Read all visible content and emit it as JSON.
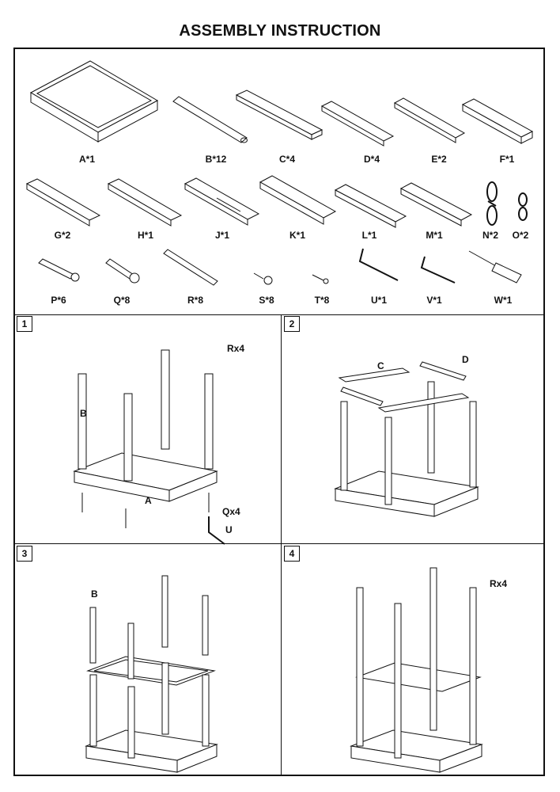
{
  "title": "ASSEMBLY INSTRUCTION",
  "parts": [
    {
      "id": "A",
      "label": "A*1"
    },
    {
      "id": "B",
      "label": "B*12"
    },
    {
      "id": "C",
      "label": "C*4"
    },
    {
      "id": "D",
      "label": "D*4"
    },
    {
      "id": "E",
      "label": "E*2"
    },
    {
      "id": "F",
      "label": "F*1"
    },
    {
      "id": "G",
      "label": "G*2"
    },
    {
      "id": "H",
      "label": "H*1"
    },
    {
      "id": "J",
      "label": "J*1"
    },
    {
      "id": "K",
      "label": "K*1"
    },
    {
      "id": "L",
      "label": "L*1"
    },
    {
      "id": "M",
      "label": "M*1"
    },
    {
      "id": "N",
      "label": "N*2"
    },
    {
      "id": "O",
      "label": "O*2"
    },
    {
      "id": "P",
      "label": "P*6"
    },
    {
      "id": "Q",
      "label": "Q*8"
    },
    {
      "id": "R",
      "label": "R*8"
    },
    {
      "id": "S",
      "label": "S*8"
    },
    {
      "id": "T",
      "label": "T*8"
    },
    {
      "id": "U",
      "label": "U*1"
    },
    {
      "id": "V",
      "label": "V*1"
    },
    {
      "id": "W",
      "label": "W*1"
    }
  ],
  "steps": [
    {
      "number": "1",
      "callouts": {
        "r": "Rx4",
        "q": "Qx4",
        "u": "U",
        "a": "A",
        "b": "B"
      }
    },
    {
      "number": "2",
      "callouts": {
        "c": "C",
        "d": "D"
      }
    },
    {
      "number": "3",
      "callouts": {
        "b": "B"
      }
    },
    {
      "number": "4",
      "callouts": {
        "r": "Rx4"
      }
    }
  ]
}
